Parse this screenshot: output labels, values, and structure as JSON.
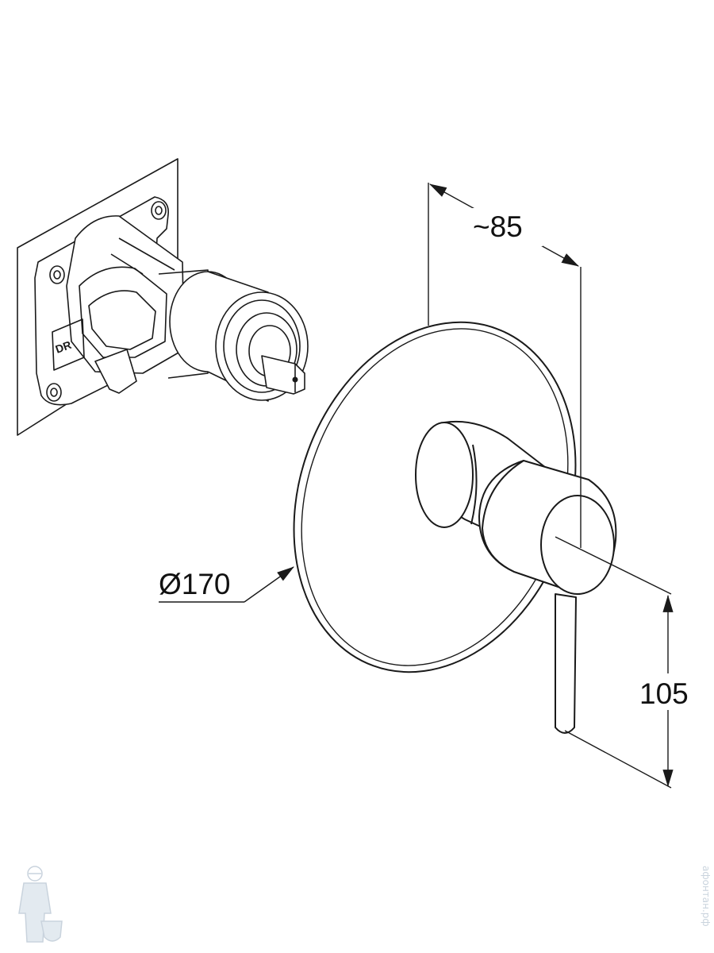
{
  "dimensions": {
    "depth_label": "~85",
    "diameter_label": "Ø170",
    "height_label": "105"
  },
  "parts": {
    "valve_marking": "DR"
  },
  "watermark": {
    "text": "афонтан.рф",
    "logo_icon": "plumber-mascot-icon"
  },
  "colors": {
    "line": "#1a1a1a",
    "watermark": "#c9d3dd"
  }
}
